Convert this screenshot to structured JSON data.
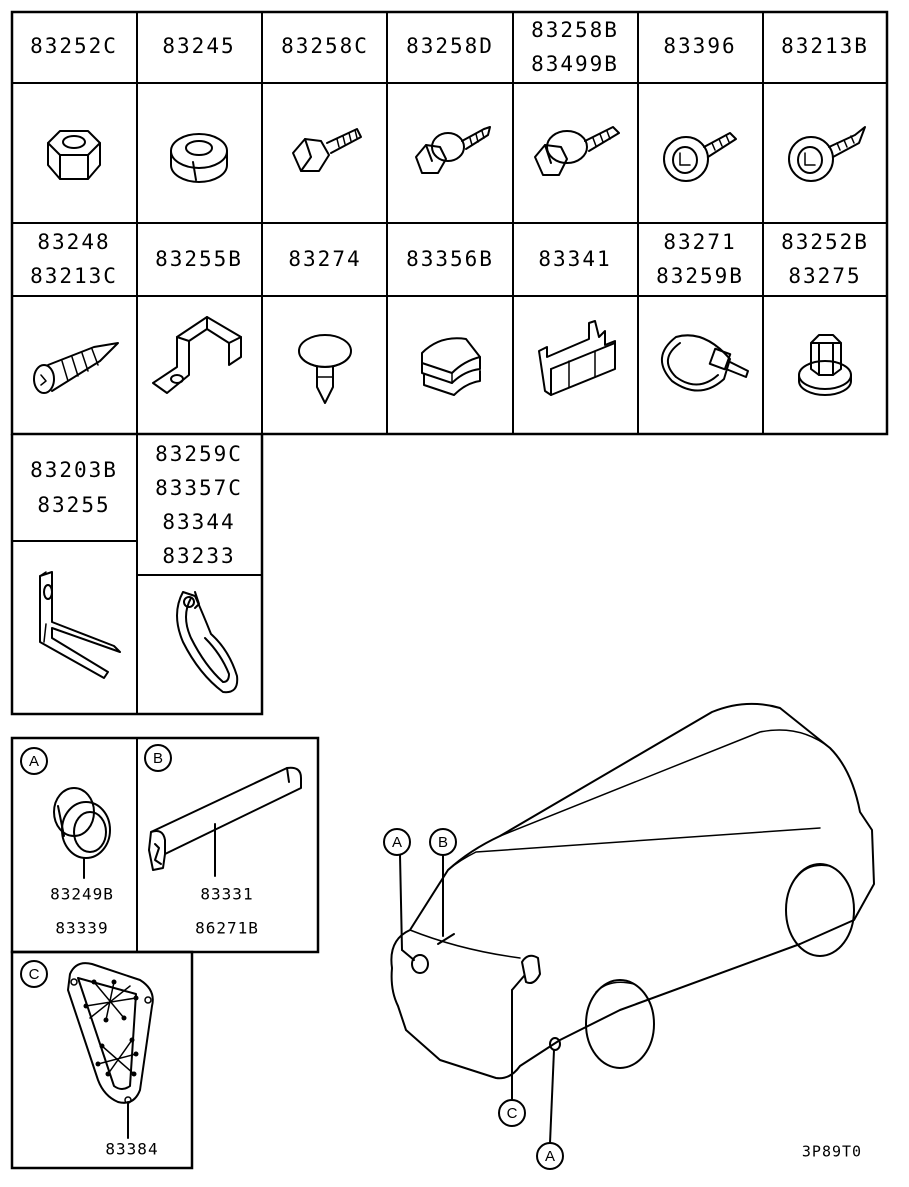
{
  "grid_rows": [
    {
      "cells": [
        {
          "lines": [
            "83252C"
          ],
          "icon": "nut-icon"
        },
        {
          "lines": [
            "83245"
          ],
          "icon": "washer-icon"
        },
        {
          "lines": [
            "83258C"
          ],
          "icon": "bolt-icon"
        },
        {
          "lines": [
            "83258D"
          ],
          "icon": "flange-bolt-icon"
        },
        {
          "lines": [
            "83258B",
            "83499B"
          ],
          "icon": "flange-bolt-icon"
        },
        {
          "lines": [
            "83396"
          ],
          "icon": "washer-screw-icon"
        },
        {
          "lines": [
            "83213B"
          ],
          "icon": "washer-screw-icon"
        }
      ]
    },
    {
      "cells": [
        {
          "lines": [
            "83248",
            "83213C"
          ],
          "icon": "tapping-screw-icon"
        },
        {
          "lines": [
            "83255B"
          ],
          "icon": "bracket-icon"
        },
        {
          "lines": [
            "83274"
          ],
          "icon": "push-clip-icon"
        },
        {
          "lines": [
            "83356B"
          ],
          "icon": "spring-clip-icon"
        },
        {
          "lines": [
            "83341"
          ],
          "icon": "harness-clip-icon"
        },
        {
          "lines": [
            "83271",
            "83259B"
          ],
          "icon": "band-tie-icon"
        },
        {
          "lines": [
            "83252B",
            "83275"
          ],
          "icon": "flange-nut-icon"
        }
      ]
    }
  ],
  "lower_cells": [
    {
      "lines": [
        "83203B",
        "83255"
      ],
      "icon": "fork-bracket-icon"
    },
    {
      "lines": [
        "83259C",
        "83357C",
        "83344",
        "83233"
      ],
      "icon": "loop-clamp-icon"
    }
  ],
  "callouts": [
    {
      "tag": "A",
      "codes": [
        "83249B",
        "83339"
      ],
      "icon": "grommet-icon"
    },
    {
      "tag": "B",
      "codes": [
        "83331",
        "86271B"
      ],
      "icon": "edge-trim-icon"
    },
    {
      "tag": "C",
      "codes": [
        "83384"
      ],
      "icon": "harness-grommet-icon"
    }
  ],
  "vehicle": {
    "icon": "van-outline-icon",
    "pointers": [
      "A",
      "B",
      "C",
      "A"
    ]
  },
  "diagram_code": "3P89T0"
}
